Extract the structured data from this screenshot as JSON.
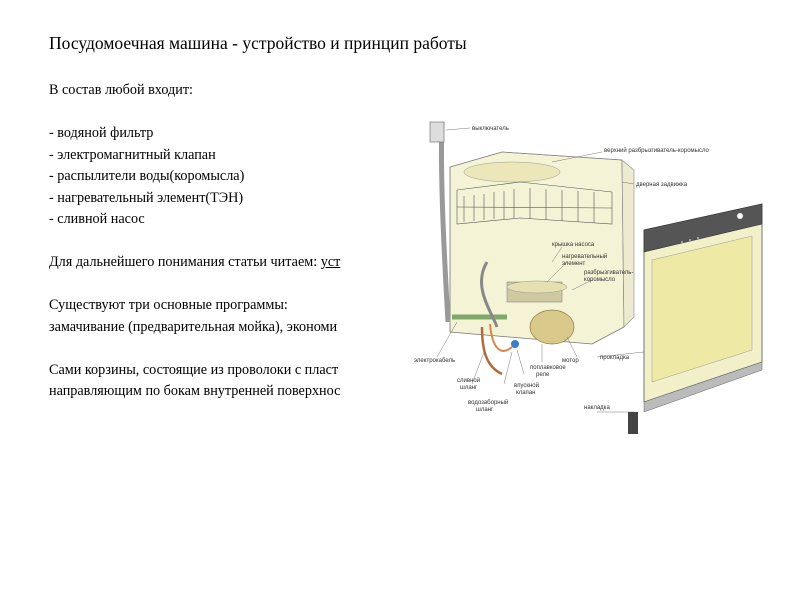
{
  "title": "Посудомоечная машина - устройство и принцип работы",
  "body": {
    "intro": "В состав любой входит:",
    "components": [
      "- водяной фильтр",
      "- электромагнитный клапан",
      "- распылители воды(коромысла)",
      "- нагревательный элемент(ТЭН)",
      "- сливной насос"
    ],
    "read_more_prefix": "Для дальнейшего понимания статьи читаем: ",
    "read_more_link": "уст",
    "programs_line1": "Существуют три основные программы:",
    "programs_line2": "замачивание (предварительная мойка), экономи",
    "baskets_line1": "Сами корзины, состоящие из проволоки с пласт",
    "baskets_line2": "направляющим по бокам внутренней поверхнос"
  },
  "diagram": {
    "labels": {
      "switch": "выключатель",
      "upper_sprayer": "верхний разбрызгиватель-коромысло",
      "door_latch": "дверная задвижка",
      "pump_cover": "крышка насоса",
      "heating_element_1": "нагревательный",
      "heating_element_2": "элемент",
      "sprayer_1": "разбрызгиватель-",
      "sprayer_2": "коромысло",
      "power_cable": "электрокабель",
      "gasket": "прокладка",
      "motor": "мотор",
      "float_relay_1": "поплавковое",
      "float_relay_2": "реле",
      "drain_hose_1": "сливной",
      "drain_hose_2": "шланг",
      "inlet_valve_1": "впускной",
      "inlet_valve_2": "клапан",
      "inlet_hose_1": "водозаборный",
      "inlet_hose_2": "шланг",
      "overlay": "накладка"
    }
  }
}
